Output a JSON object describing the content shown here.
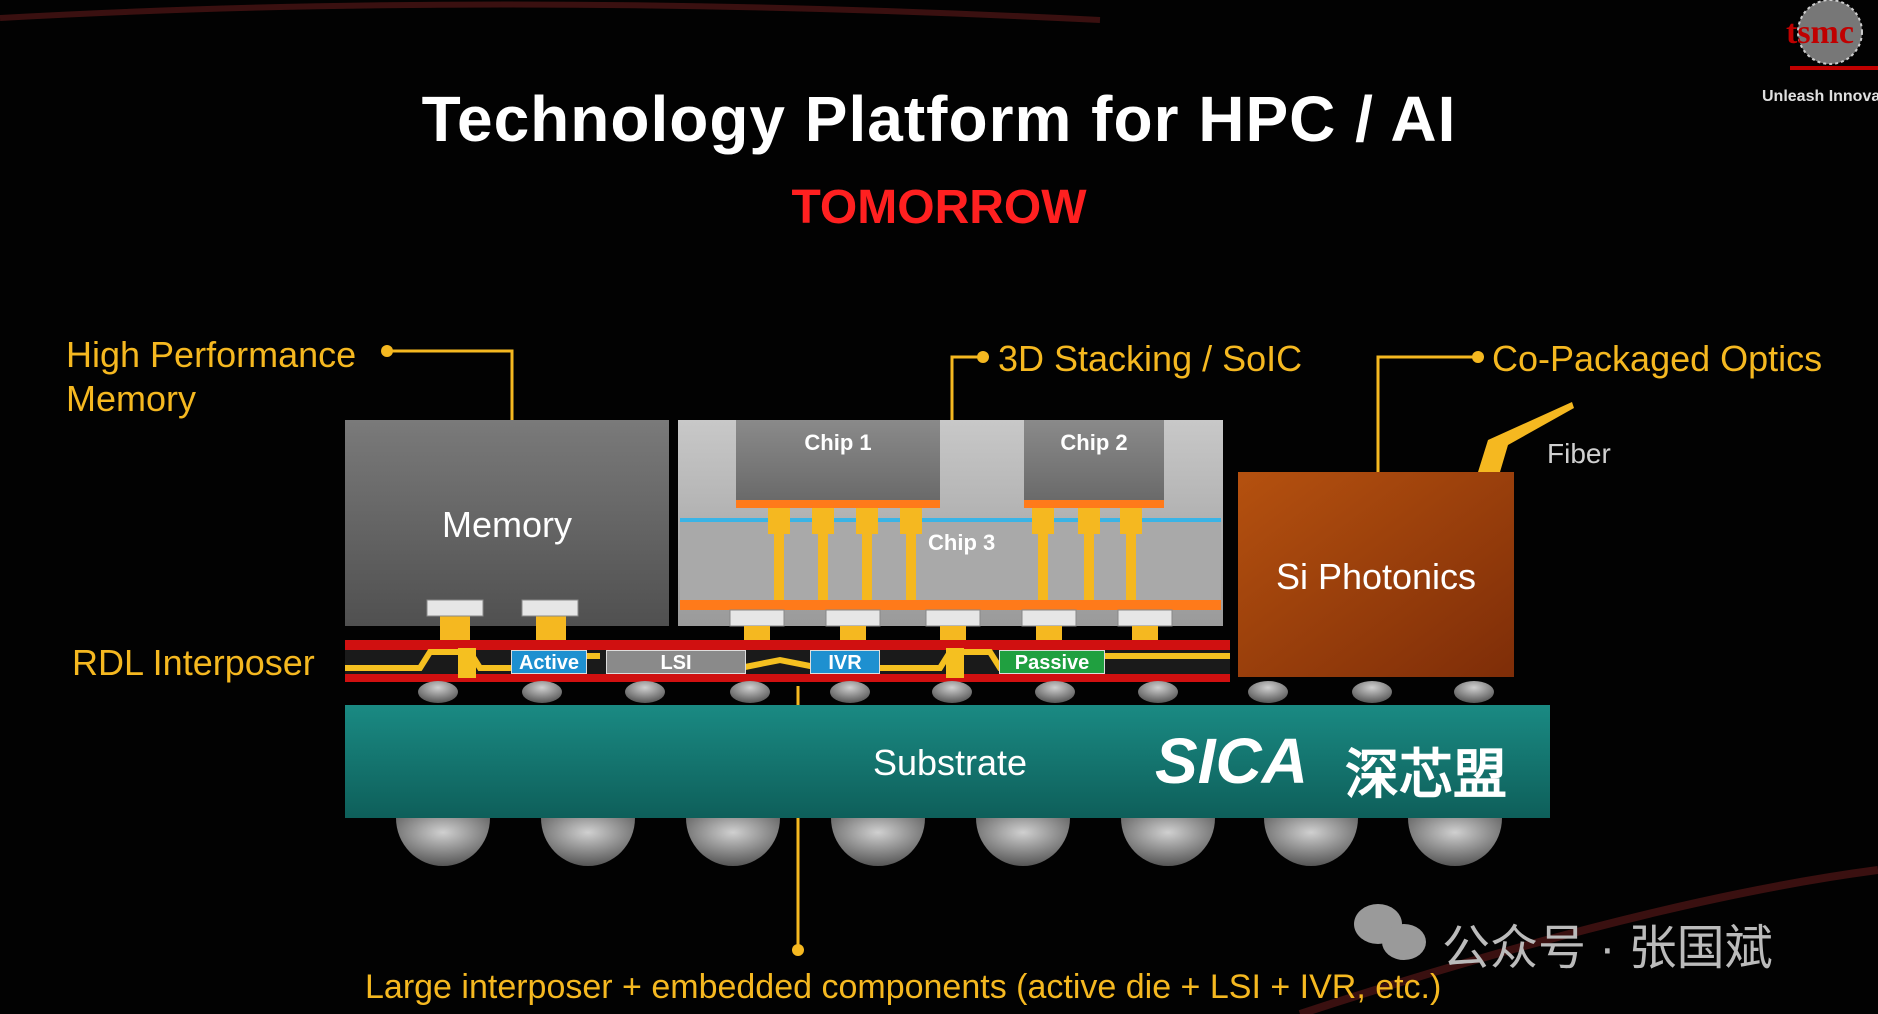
{
  "title": "Technology Platform for HPC / AI",
  "subtitle": "TOMORROW",
  "logo": {
    "text": "tsmc",
    "tagline": "Unleash Innovati"
  },
  "callouts": {
    "hbm_line1": "High Performance",
    "hbm_line2": "Memory",
    "stacking": "3D Stacking / SoIC",
    "optics": "Co-Packaged Optics",
    "fiber": "Fiber",
    "rdl": "RDL Interposer",
    "bottom": "Large interposer + embedded components (active die + LSI + IVR, etc.)"
  },
  "blocks": {
    "memory": "Memory",
    "chip1": "Chip 1",
    "chip2": "Chip 2",
    "chip3": "Chip 3",
    "photonics": "Si Photonics",
    "substrate": "Substrate"
  },
  "embedded": {
    "active": "Active",
    "lsi": "LSI",
    "ivr": "IVR",
    "passive": "Passive"
  },
  "watermarks": {
    "sica": "SICA",
    "sica_cn": "深芯盟",
    "wechat": "公众号 · 张国斌"
  },
  "colors": {
    "callout": "#f5b820",
    "title_accent": "#ff2020",
    "substrate": "#137a73",
    "photonics": "#a8440d",
    "rdl_red": "#d01010",
    "active_tag": "#1e90d0",
    "passive_tag": "#20a040"
  }
}
